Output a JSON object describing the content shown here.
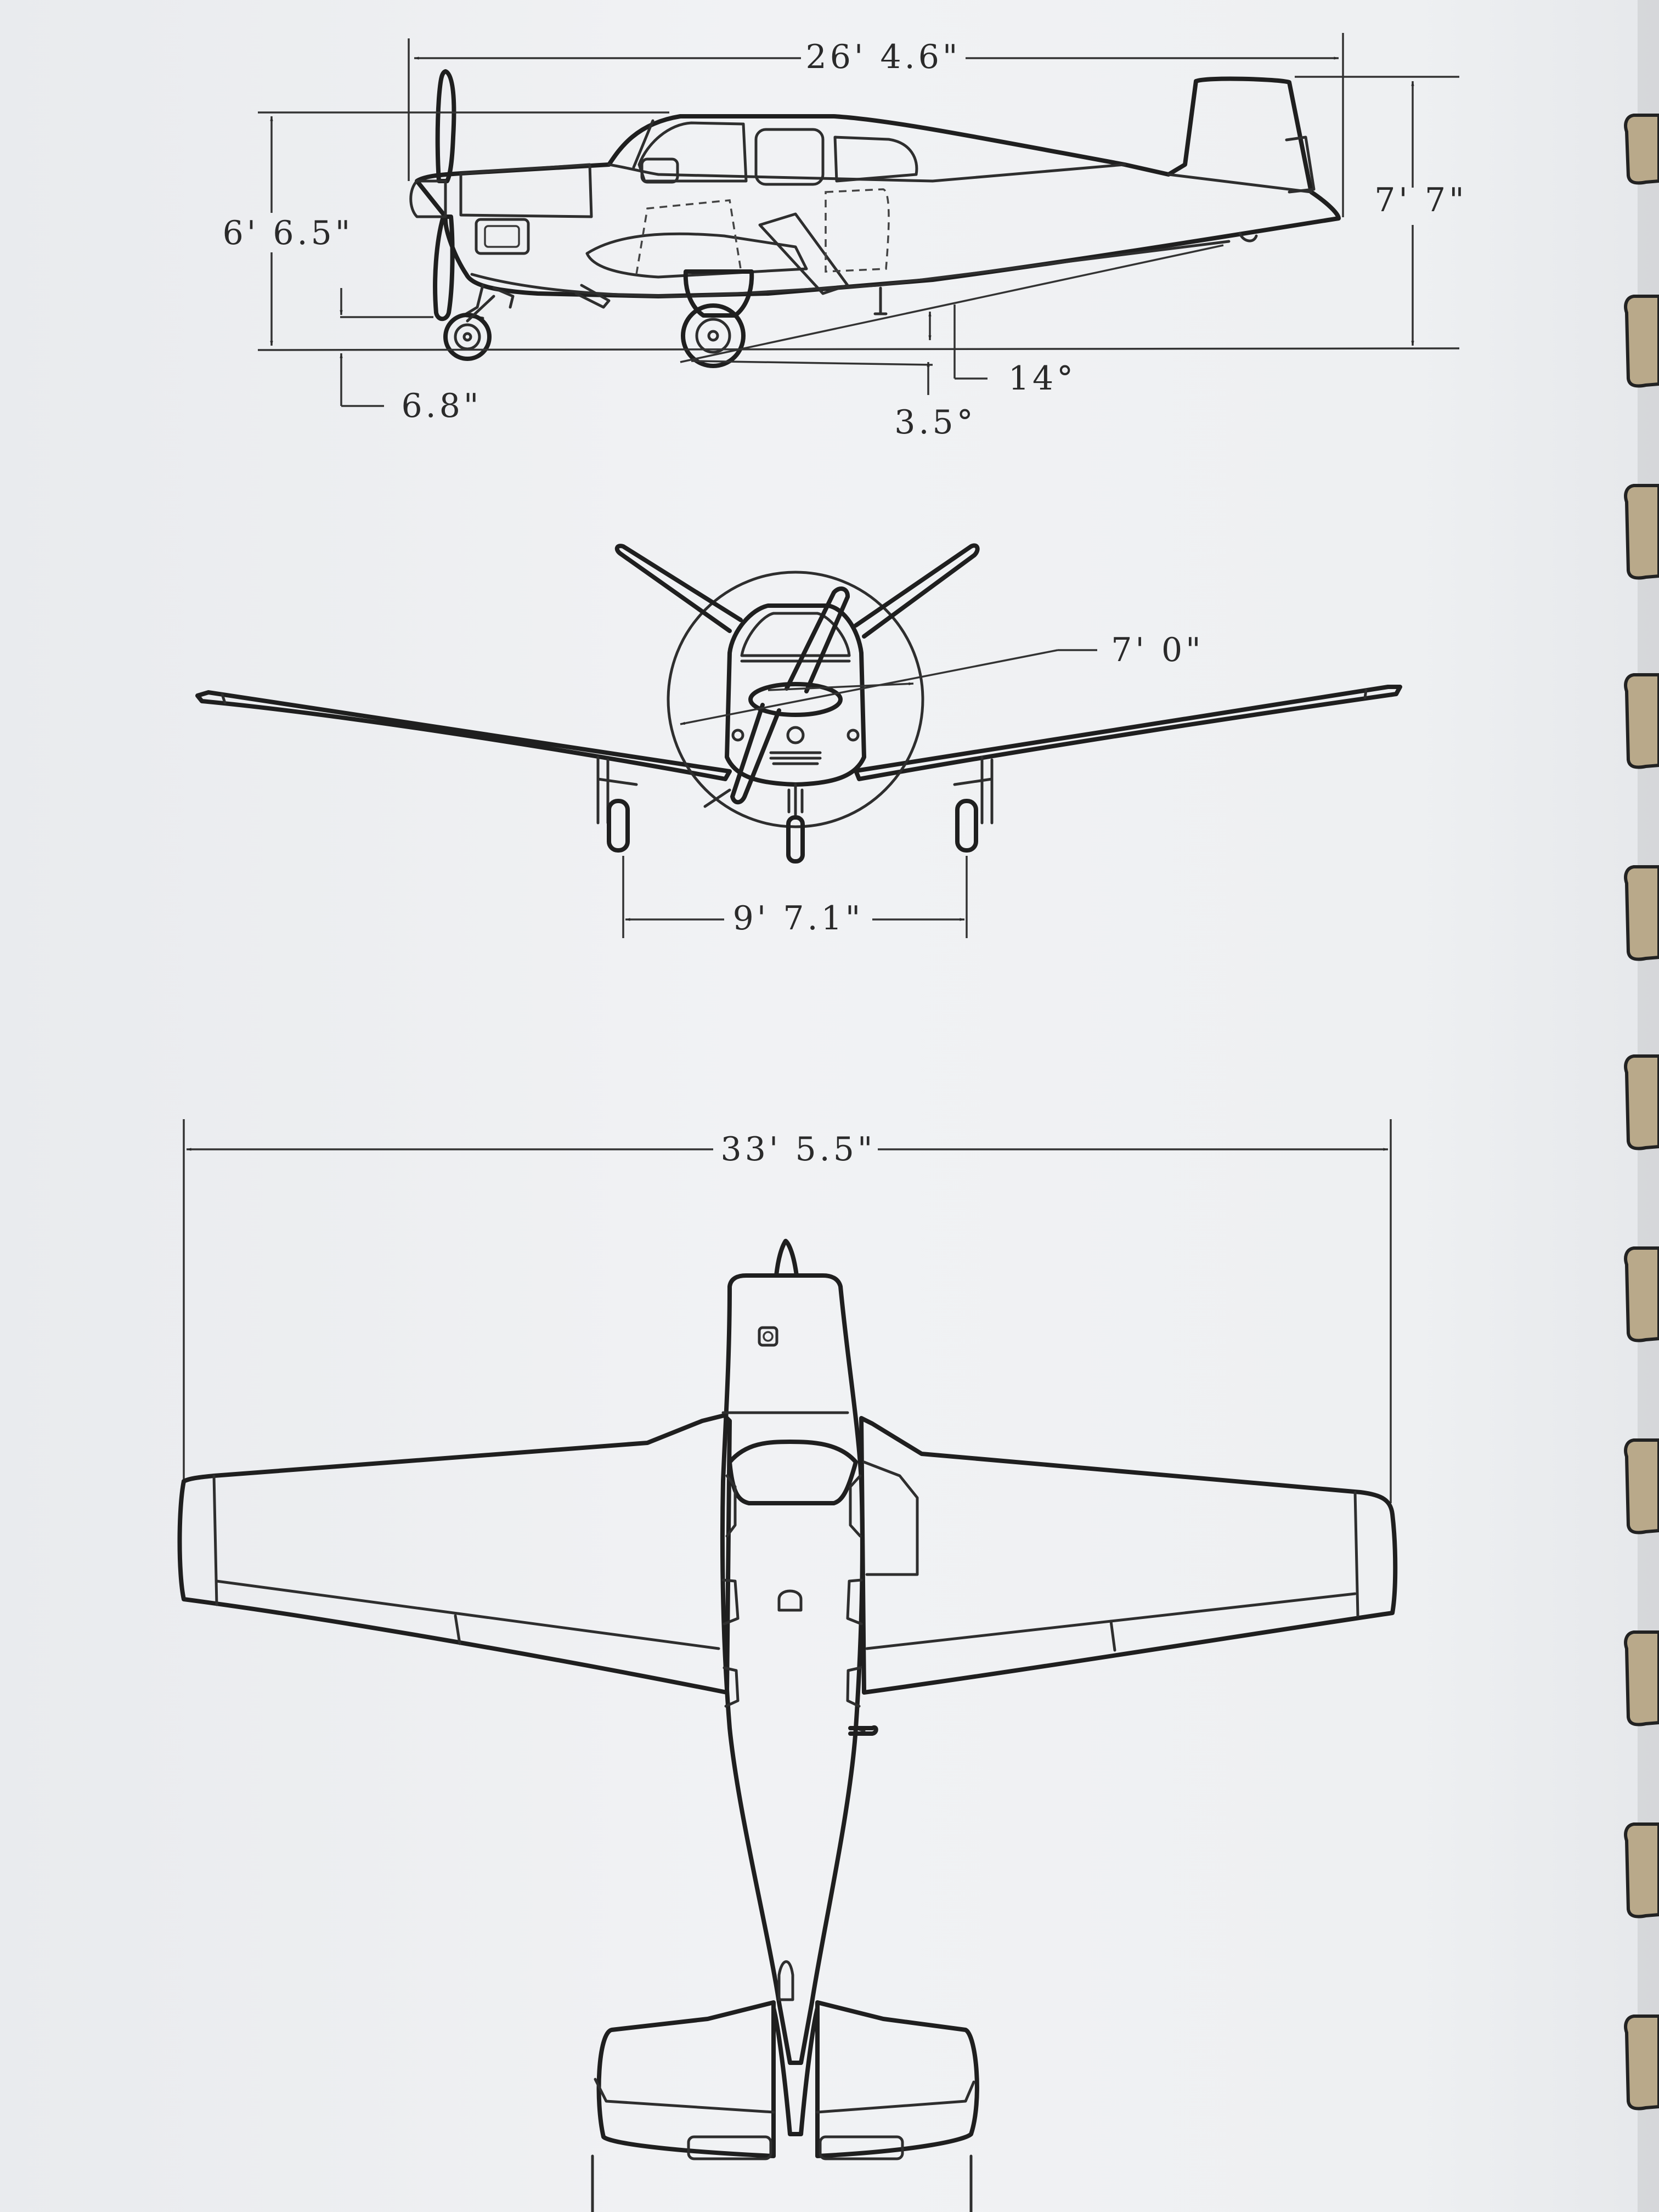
{
  "dimensions": {
    "side_length": "26' 4.6\"",
    "side_height_tail": "7' 7\"",
    "side_height_prop": "6' 6.5\"",
    "prop_clearance": "6.8\"",
    "angle_tail": "14°",
    "angle_ground": "3.5°",
    "prop_diameter": "7' 0\"",
    "main_gear_track": "9' 7.1\"",
    "wingspan": "33' 5.5\""
  }
}
